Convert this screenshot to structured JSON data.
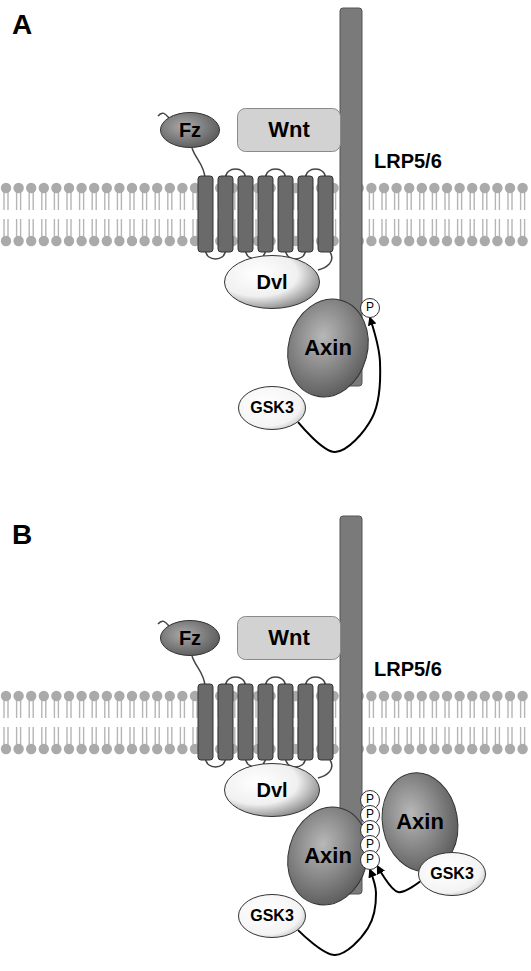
{
  "diagram": {
    "nodes": [
      {
        "text": [
          "Fz"
        ]
      },
      {
        "text": [
          "Wnt"
        ]
      },
      {
        "text": [
          "Dvl"
        ]
      },
      {
        "text": [
          "Axin"
        ]
      },
      {
        "text": [
          "GSK3"
        ]
      },
      {
        "text": [
          "P"
        ]
      },
      {
        "text": [
          "Fz"
        ]
      },
      {
        "text": [
          "Wnt"
        ]
      },
      {
        "text": [
          "Dvl"
        ]
      },
      {
        "text": [
          "Axin"
        ]
      },
      {
        "text": [
          "GSK3"
        ]
      },
      {
        "text": [
          "P"
        ]
      },
      {
        "text": [
          "P"
        ]
      },
      {
        "text": [
          "P"
        ]
      },
      {
        "text": [
          "P"
        ]
      },
      {
        "text": [
          "P"
        ]
      },
      {
        "text": [
          "Axin"
        ]
      },
      {
        "text": [
          "GSK3"
        ]
      }
    ],
    "edges": [
      {
        "from": 4,
        "to": 5,
        "arrow": "to"
      },
      {
        "from": 10,
        "to": 15,
        "arrow": "to"
      },
      {
        "from": 17,
        "to": 15,
        "arrow": "to"
      }
    ],
    "labels": [
      "A",
      "LRP5/6",
      "B",
      "LRP5/6"
    ]
  }
}
